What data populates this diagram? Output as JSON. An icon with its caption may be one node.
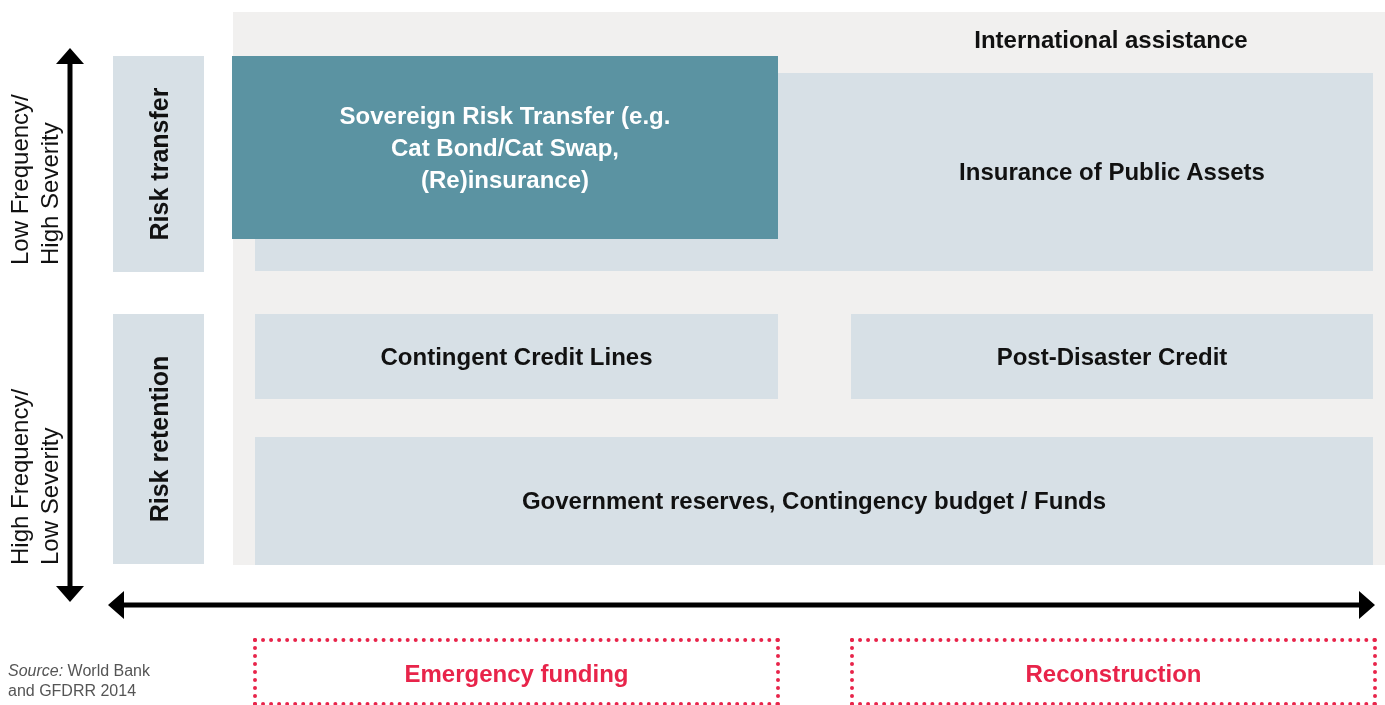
{
  "diagram": {
    "caption": "*Source:* World Bank and GFDRR 2014",
    "nodes": [
      {
        "text": [
          "International assistance"
        ]
      },
      {
        "text": [
          "Sovereign Risk Transfer (e.g. Cat Bond/Cat Swap, (Re)insurance)"
        ],
        "in": 0
      },
      {
        "text": [
          "Insurance of Public Assets"
        ],
        "in": 0
      },
      {
        "text": [
          "Contingent Credit Lines"
        ],
        "in": 0
      },
      {
        "text": [
          "Post-Disaster Credit"
        ],
        "in": 0
      },
      {
        "text": [
          "Government reserves, Contingency budget / Funds"
        ],
        "in": 0
      },
      {
        "text": [
          "Risk transfer"
        ]
      },
      {
        "text": [
          "Risk retention"
        ]
      },
      {
        "text": [
          "Emergency funding"
        ]
      },
      {
        "text": [
          "Reconstruction"
        ]
      }
    ],
    "labels": [
      "Low Frequency/ High Severity",
      "High Frequency/ Low Severity"
    ]
  }
}
